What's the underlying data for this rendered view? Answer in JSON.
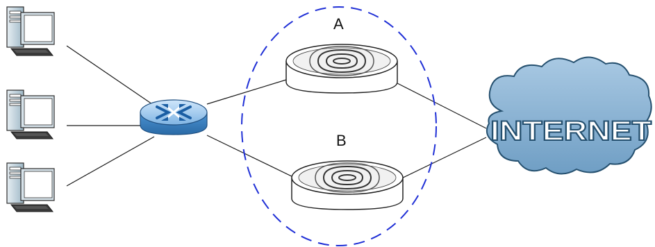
{
  "labels": {
    "router_a": "A",
    "router_b": "B",
    "cloud": "INTERNET"
  },
  "colors": {
    "line": "#1a1a1a",
    "dashed_circle": "#1f2fd6",
    "cloud_fill": "#8fb6d6",
    "cloud_stroke": "#25506f",
    "cloud_text": "#ffffff",
    "switch_blue": "#3f86c6",
    "switch_light": "#9dc8ee",
    "router_body": "#ffffff",
    "router_stroke": "#222222",
    "pc_case": "#b8cfdb",
    "pc_screen": "#ffffff",
    "pc_dark": "#2b2b2b"
  },
  "icons": {
    "computers": [
      "computer-icon",
      "computer-icon",
      "computer-icon"
    ],
    "switch": "switch-icon",
    "routers": [
      "wireless-router-icon",
      "wireless-router-icon"
    ],
    "cloud": "internet-cloud-icon"
  }
}
